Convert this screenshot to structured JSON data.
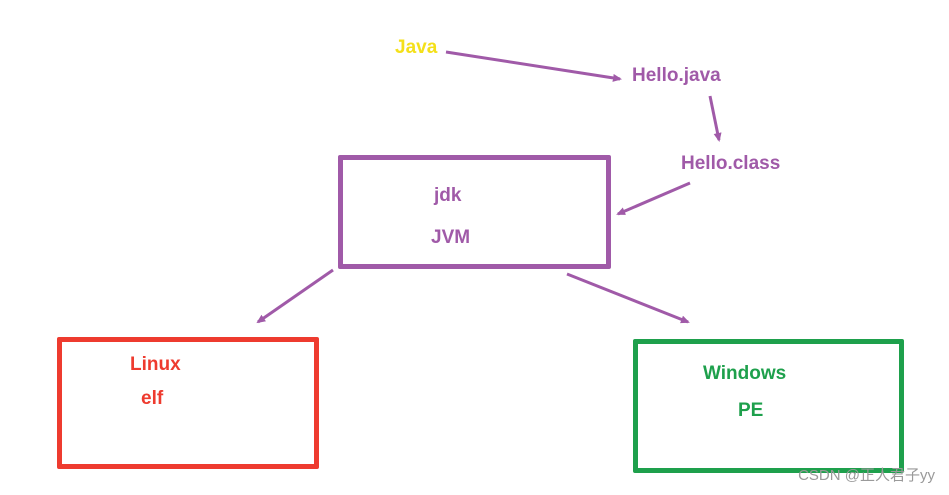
{
  "labels": {
    "java": "Java",
    "hello_java": "Hello.java",
    "hello_class": "Hello.class",
    "jdk": "jdk",
    "jvm": "JVM",
    "linux": "Linux",
    "elf": "elf",
    "windows": "Windows",
    "pe": "PE"
  },
  "watermark": "CSDN @正人君子yy",
  "colors": {
    "arrow": "#a05aa8",
    "jvm_box": "#a05aa8",
    "java_text": "#f4e01a",
    "linux_box": "#ee3b2f",
    "windows_box": "#1ea04c",
    "watermark": "#9a9a9a"
  }
}
